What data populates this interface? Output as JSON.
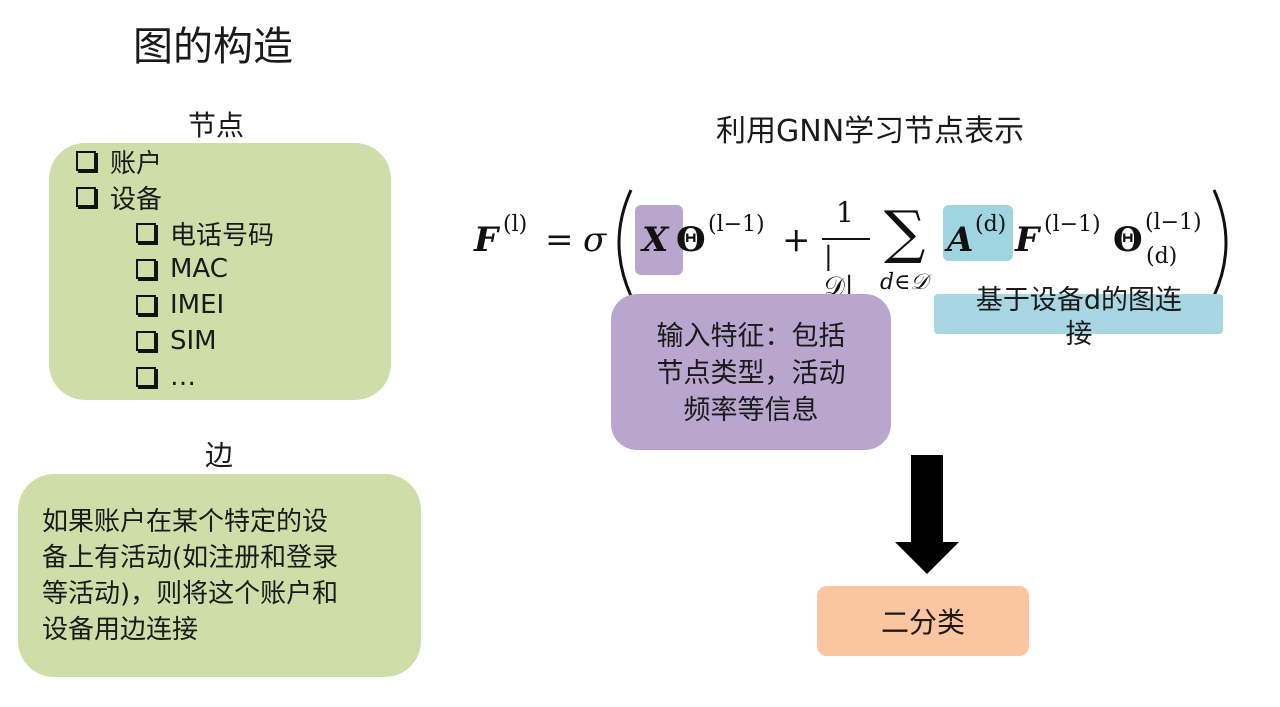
{
  "title": "图的构造",
  "nodes": {
    "label": "节点",
    "items": [
      {
        "text": "账户",
        "indent": 0
      },
      {
        "text": "设备",
        "indent": 0
      },
      {
        "text": "电话号码",
        "indent": 1
      },
      {
        "text": "MAC",
        "indent": 1
      },
      {
        "text": "IMEI",
        "indent": 1
      },
      {
        "text": "SIM",
        "indent": 1
      },
      {
        "text": "…",
        "indent": 1
      }
    ]
  },
  "edges": {
    "label": "边",
    "lines": [
      "如果账户在某个特定的设",
      "备上有活动(如注册和登录",
      "等活动)，则将这个账户和",
      "设备用边连接"
    ]
  },
  "gnn": {
    "title": "利用GNN学习节点表示",
    "formula": {
      "F": "F",
      "F_sup": "(l)",
      "eq": "=",
      "sigma": "σ",
      "X": "X",
      "Theta": "Θ",
      "Theta_sup": "(l−1)",
      "plus": "+",
      "frac_num": "1",
      "frac_den": "|𝒟|",
      "sum": "∑",
      "sum_sub": "d∈𝒟",
      "A": "A",
      "A_sup": "(d)",
      "F2_sup": "(l−1)",
      "Theta2_sup": "(l−1)",
      "Theta2_sub": "(d)"
    },
    "input_note": [
      "输入特征：包括",
      "节点类型，活动",
      "频率等信息"
    ],
    "adj_note": [
      "基于设备d的图连",
      "接"
    ],
    "output": "二分类"
  },
  "colors": {
    "green": "#cfdea9",
    "purple": "#b9a6cf",
    "blue": "#a8d6e2",
    "orange": "#fac59f"
  }
}
